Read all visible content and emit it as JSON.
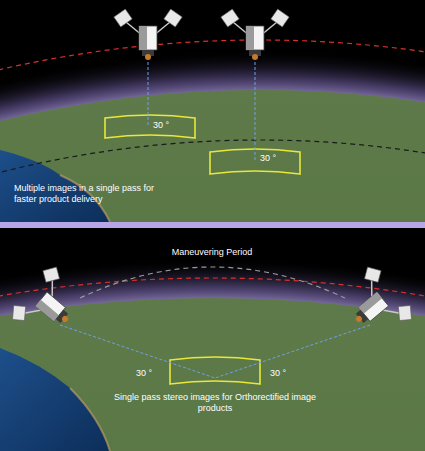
{
  "diagram": {
    "labels": [
      "30 °",
      "30 °",
      "Multiple images in a single pass for faster product delivery",
      "Maneuvering Period",
      "30 °",
      "30 °",
      "Single pass stereo images for Orthorectified image products"
    ]
  }
}
